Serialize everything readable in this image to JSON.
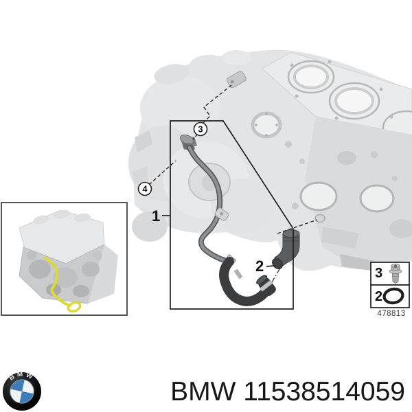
{
  "diagram": {
    "drawing_number": "478813",
    "callouts": {
      "part1_label": "1",
      "part2_label": "2",
      "part3_label": "3",
      "part4_label": "4"
    },
    "legend": {
      "row1_label": "3",
      "row1_icon": "screw-icon",
      "row2_label": "2",
      "row2_icon": "o-ring-icon"
    },
    "highlight_color": "#dcd93b"
  },
  "caption": {
    "title": "BMW 11538514059",
    "brand": "BMW",
    "part_number": "11538514059",
    "roundel_letters": "BMW",
    "logo_icon": "bmw-roundel-icon",
    "bmw_blue": "#3e7cb8"
  }
}
